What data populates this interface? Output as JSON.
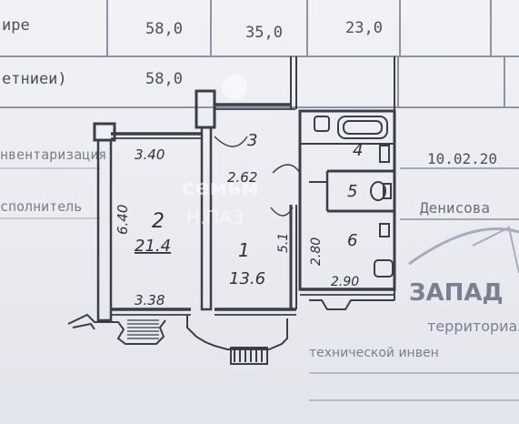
{
  "table": {
    "row1": {
      "label": "ире",
      "total": "58,0",
      "living": "35,0",
      "aux": "23,0"
    },
    "row2": {
      "label": "етниеи)",
      "total": "58,0"
    }
  },
  "side_labels": {
    "inventory": "нвентаризация",
    "executor": "сполнитель"
  },
  "header_right": {
    "date": "10.02.20",
    "name": "Денисова"
  },
  "rooms": [
    {
      "number": "1",
      "area": "13.6"
    },
    {
      "number": "2",
      "area": "21.4"
    },
    {
      "number": "3",
      "area": ""
    },
    {
      "number": "4",
      "area": ""
    },
    {
      "number": "5",
      "area": ""
    },
    {
      "number": "6",
      "area": ""
    }
  ],
  "dimensions": {
    "room2_top": "3.40",
    "room2_side": "6.40",
    "room2_bottom": "3.38",
    "room3_width": "2.62",
    "room1_side": "5.1",
    "room6_side": "2.80",
    "room6_bottom": "2.90"
  },
  "stamp": {
    "title": "ЗАПАД",
    "line1": "территориал",
    "line2": "технической инвен"
  },
  "watermark": {
    "line1": "семьм",
    "line2": "Н.ПАЗ"
  },
  "colors": {
    "line": "#3a3e48",
    "grid": "#8d93a3",
    "paper": "#eef0f4"
  }
}
